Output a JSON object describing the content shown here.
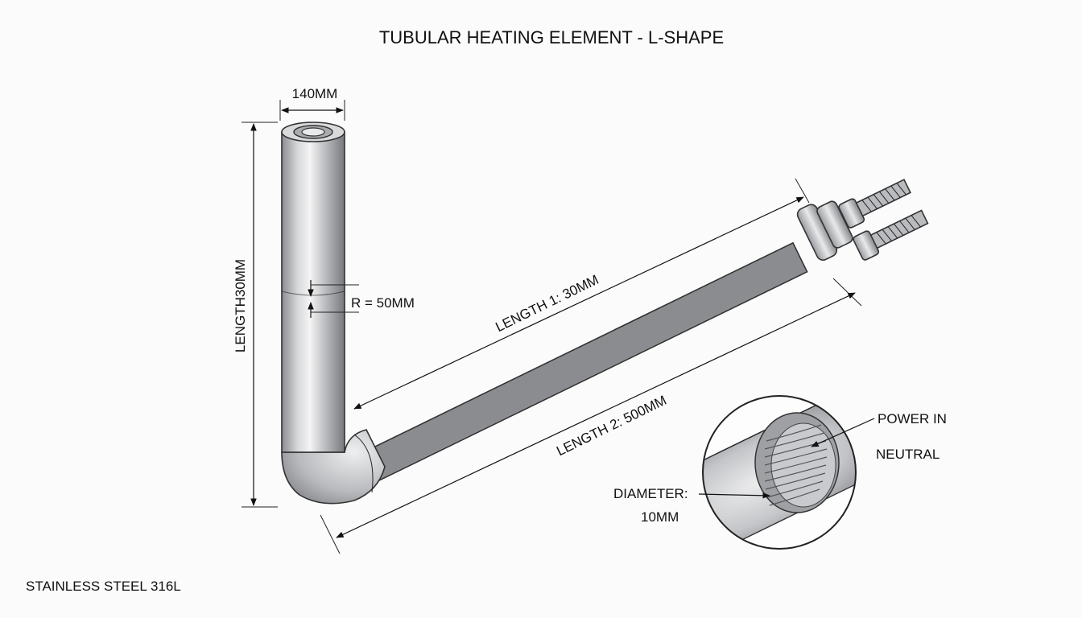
{
  "title": "TUBULAR HEATING ELEMENT - L-SHAPE",
  "dimensions": {
    "top_width": "140MM",
    "vertical_length": "LENGTH30MM",
    "bend_radius": "R = 50MM",
    "length_1": "LENGTH 1: 30MM",
    "length_2": "LENGTH 2: 500MM"
  },
  "detail": {
    "power_in": "POWER IN",
    "neutral": "NEUTRAL",
    "diameter_line1": "DIAMETER:",
    "diameter_line2": "10MM"
  },
  "material": "STAINLESS STEEL 316L",
  "colors": {
    "tube_dark": "#7d7f83",
    "tube_mid": "#c4c6c9",
    "tube_light": "#f1f2f3",
    "line": "#111111",
    "background": "#fbfbfb"
  }
}
